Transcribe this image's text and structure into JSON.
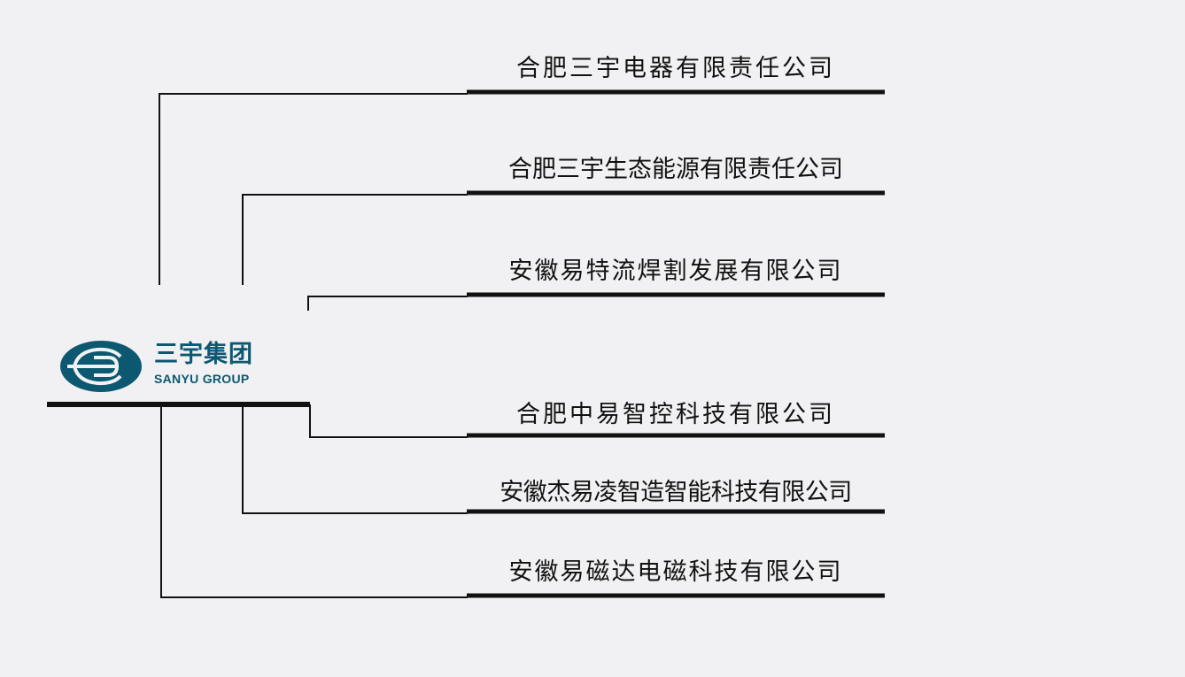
{
  "logo": {
    "name_cn": "三宇集团",
    "name_en": "SANYU GROUP",
    "brand_color": "#0b5870"
  },
  "line_color": "#111111",
  "companies": [
    {
      "name": "合肥三宇电器有限责任公司"
    },
    {
      "name": "合肥三宇生态能源有限责任公司"
    },
    {
      "name": "安徽易特流焊割发展有限公司"
    },
    {
      "name": "合肥中易智控科技有限公司"
    },
    {
      "name": "安徽杰易凌智造智能科技有限公司"
    },
    {
      "name": "安徽易磁达电磁科技有限公司"
    }
  ]
}
